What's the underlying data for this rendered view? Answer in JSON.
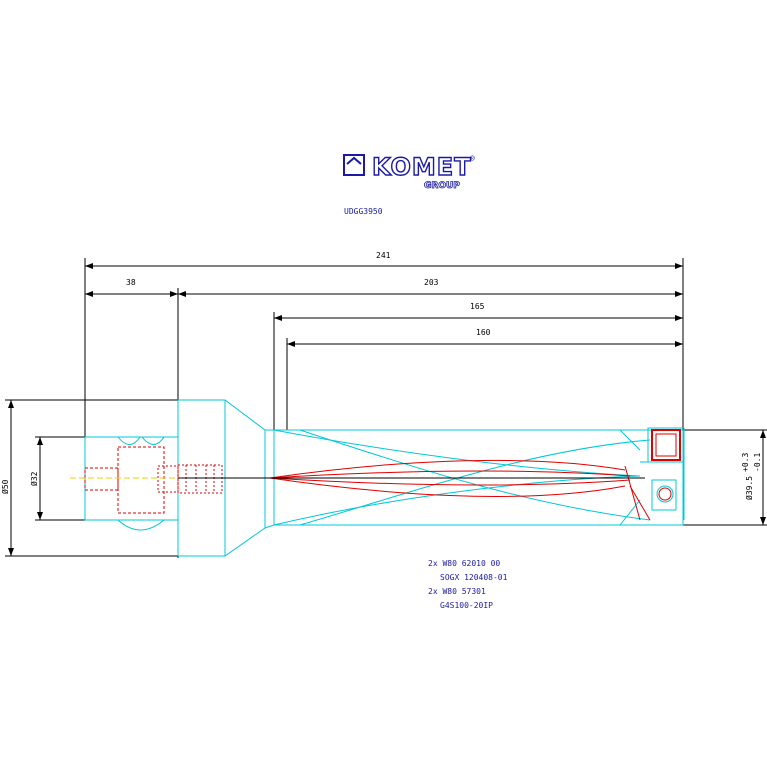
{
  "logo": {
    "brand": "KOMET",
    "sub": "GROUP",
    "registered": "®"
  },
  "part_number": "UDGG3950",
  "dimensions": {
    "overall_length": "241",
    "shank_length": "38",
    "body_length": "203",
    "d1": "165",
    "d2": "160",
    "shank_dia": "Ø32",
    "flange_dia": "Ø50",
    "cut_dia": "Ø39.5",
    "tol_upper": "+0.3",
    "tol_lower": "-0.1"
  },
  "parts_list": [
    "2x W80 62010 00",
    "SOGX 120408-01",
    "2x W80 57301",
    "G4S100-20IP"
  ],
  "colors": {
    "outline": "#000000",
    "body": "#00c8d8",
    "internal": "#e00000",
    "centerline": "#e8d000",
    "text_blue": "#1a1aa6"
  }
}
